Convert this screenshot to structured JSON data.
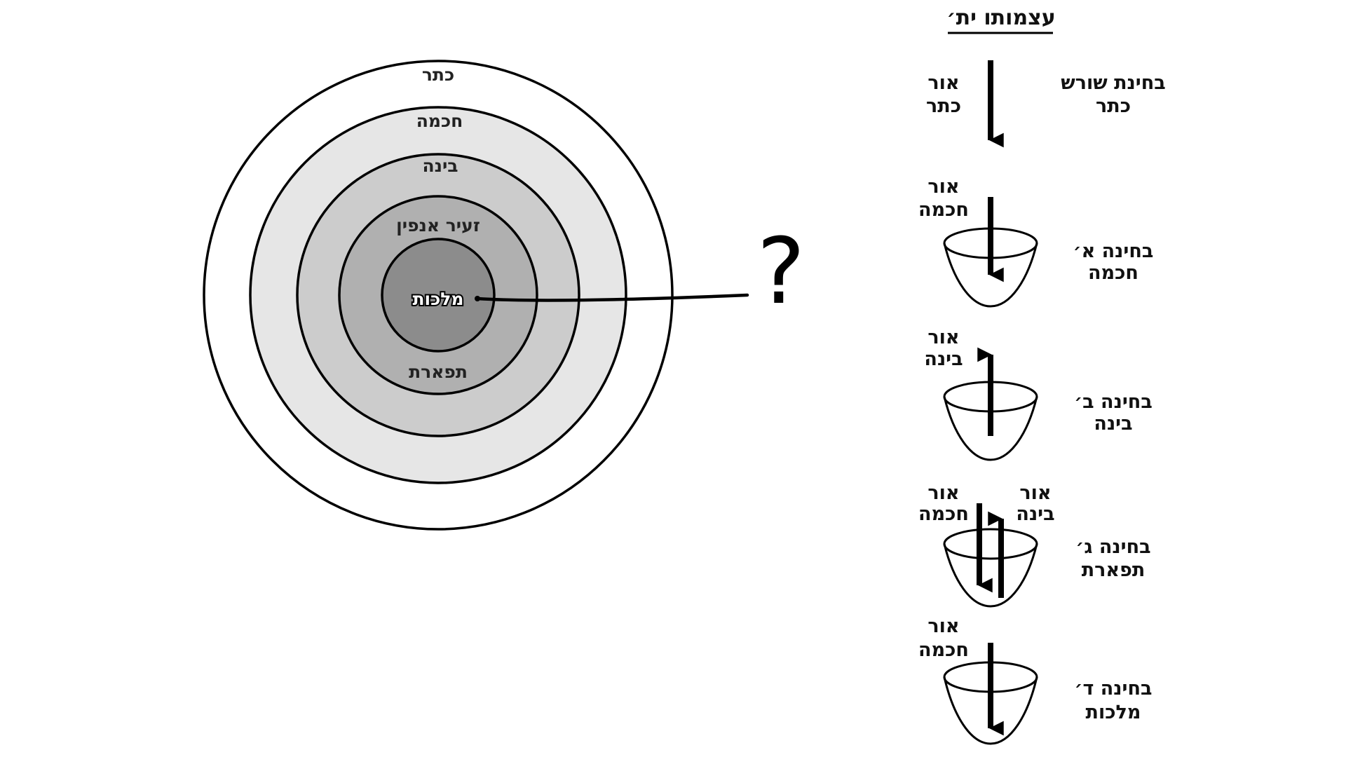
{
  "circles": {
    "rings": [
      {
        "label": "כתר",
        "fill": "#ffffff"
      },
      {
        "label": "חכמה",
        "fill": "#e6e6e6"
      },
      {
        "label": "בינה",
        "fill": "#cccccc"
      },
      {
        "label": "זעיר אנפין",
        "fill": "#b0b0b0"
      },
      {
        "label": "מלכות",
        "fill": "#8c8c8c"
      }
    ],
    "lower_label": "תפארת",
    "question_mark": "?"
  },
  "stages": {
    "title": "עצמותו ית׳",
    "rows": [
      {
        "light": [
          "אור",
          "כתר"
        ],
        "name": [
          "בחינת שורש",
          "כתר"
        ]
      },
      {
        "light": [
          "אור",
          "חכמה"
        ],
        "name": [
          "בחינה א׳",
          "חכמה"
        ]
      },
      {
        "light": [
          "אור",
          "בינה"
        ],
        "name": [
          "בחינה ב׳",
          "בינה"
        ]
      },
      {
        "light": [
          "אור",
          "חכמה"
        ],
        "light2": [
          "אור",
          "בינה"
        ],
        "name": [
          "בחינה ג׳",
          "תפארת"
        ]
      },
      {
        "light": [
          "אור",
          "חכמה"
        ],
        "name": [
          "בחינה ד׳",
          "מלכות"
        ]
      }
    ]
  }
}
